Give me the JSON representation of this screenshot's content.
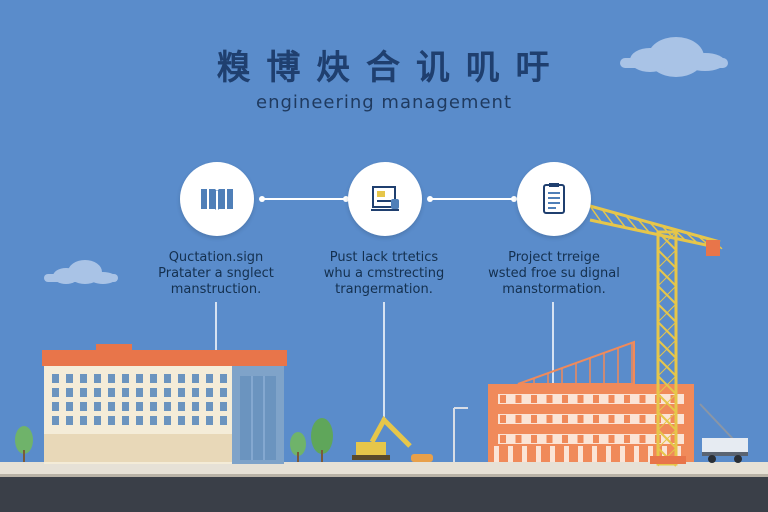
{
  "header": {
    "title": "糗 博 炔 合 讥 叽 吁",
    "subtitle": "engineering management"
  },
  "steps": [
    {
      "icon": "book-icon",
      "lines": [
        "Quctation.sign",
        "Pratater a snglect",
        "manstruction."
      ]
    },
    {
      "icon": "blueprint-icon",
      "lines": [
        "Pust lack trtetics",
        "whu a cmstrecting",
        "trangermation."
      ]
    },
    {
      "icon": "document-icon",
      "lines": [
        "Project trreige",
        "wsted froe su dignal",
        "manstormation."
      ]
    }
  ],
  "colors": {
    "sky": "#5a8ccb",
    "accent_orange": "#e8754a",
    "crane_yellow": "#e6c64a",
    "ground": "#3a3f48"
  }
}
